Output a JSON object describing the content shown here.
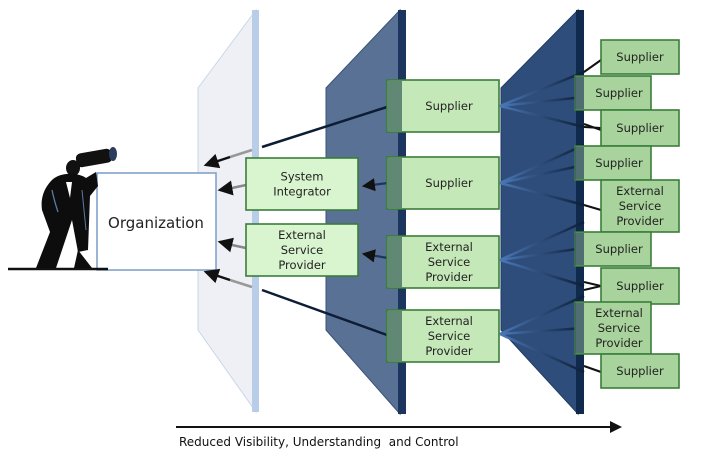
{
  "colors": {
    "tier1_panel": "#eef0f5",
    "tier1_edge": "#b8cde8",
    "tier2_panel": "#5a7196",
    "tier2_edge": "#1b355e",
    "tier3_panel": "#2f4d7a",
    "tier3_edge": "#0f2a4d",
    "box_fill_light": "#d9f5cf",
    "box_fill_mid": "#c5e8b8",
    "box_fill_dark": "#a9d39c",
    "box_border": "#3a7d3a",
    "org_border": "#7a9cc6"
  },
  "organization": {
    "label": "Organization",
    "icon": "person-with-binoculars-icon"
  },
  "tier1": [
    {
      "lines": [
        "System",
        "Integrator"
      ]
    },
    {
      "lines": [
        "External",
        "Service",
        "Provider"
      ]
    }
  ],
  "tier2": [
    {
      "lines": [
        "Supplier"
      ]
    },
    {
      "lines": [
        "Supplier"
      ]
    },
    {
      "lines": [
        "External",
        "Service",
        "Provider"
      ]
    },
    {
      "lines": [
        "External",
        "Service",
        "Provider"
      ]
    }
  ],
  "tier3": [
    {
      "lines": [
        "Supplier"
      ]
    },
    {
      "lines": [
        "Supplier"
      ]
    },
    {
      "lines": [
        "Supplier"
      ]
    },
    {
      "lines": [
        "Supplier"
      ]
    },
    {
      "lines": [
        "External",
        "Service",
        "Provider"
      ]
    },
    {
      "lines": [
        "Supplier"
      ]
    },
    {
      "lines": [
        "Supplier"
      ]
    },
    {
      "lines": [
        "External",
        "Service",
        "Provider"
      ]
    },
    {
      "lines": [
        "Supplier"
      ]
    }
  ],
  "axis": {
    "label": "Reduced Visibility, Understanding  and Control",
    "direction": "left-to-right"
  }
}
